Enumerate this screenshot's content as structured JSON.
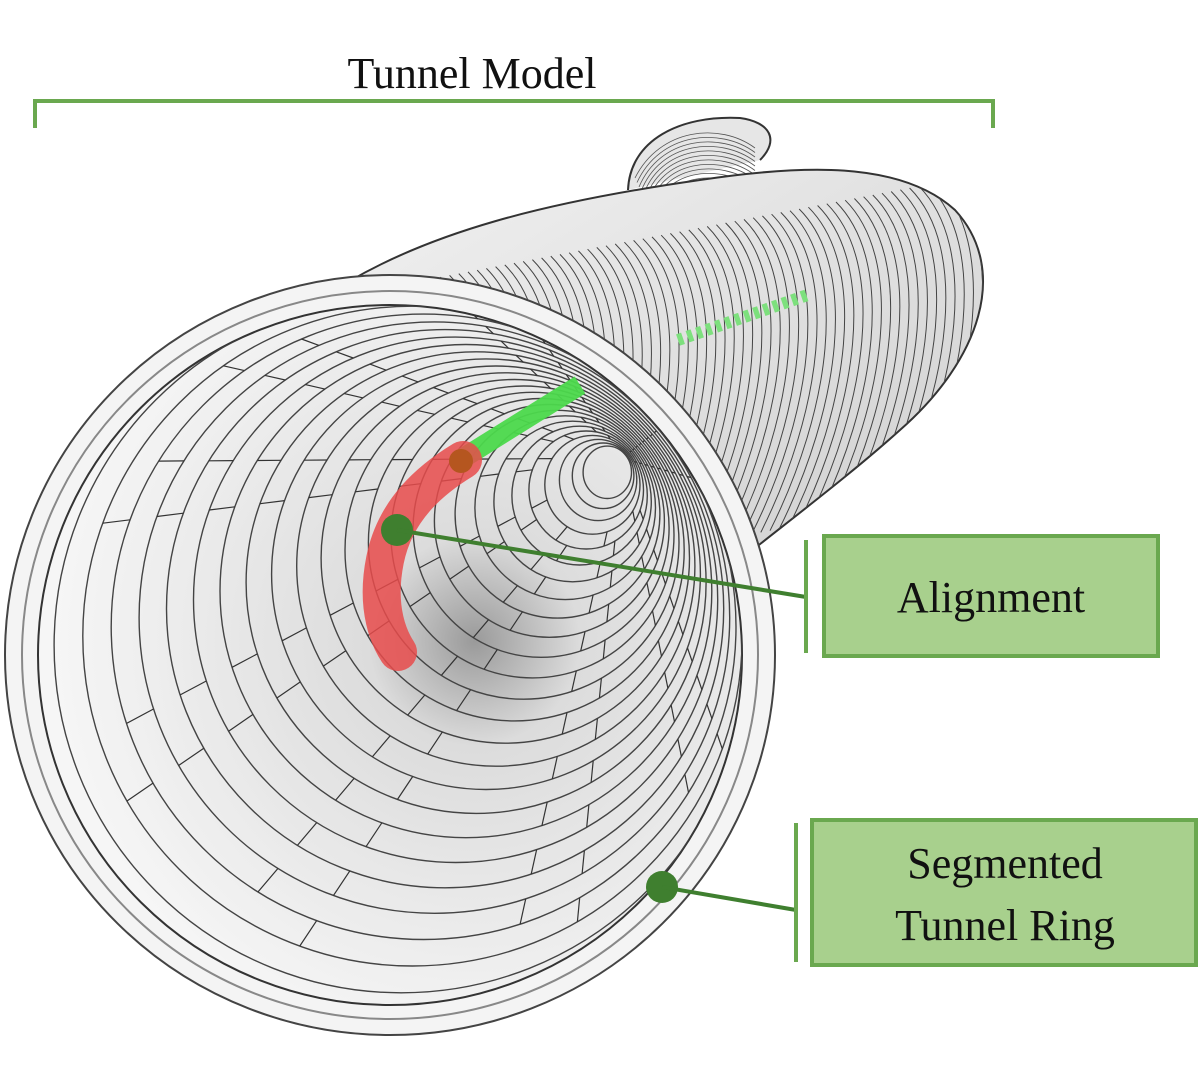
{
  "title": "Tunnel Model",
  "labels": {
    "alignment": "Alignment",
    "segmented_line1": "Segmented",
    "segmented_line2": "Tunnel Ring"
  },
  "colors": {
    "accent_green": "#6aa84f",
    "callout_fill": "#a8d08d",
    "alignment_green": "#4cd94c",
    "alignment_red": "#e84b4b",
    "marker_dark_green": "#3f7f2f",
    "marker_brown": "#b5561f",
    "tunnel_line": "#333333"
  }
}
